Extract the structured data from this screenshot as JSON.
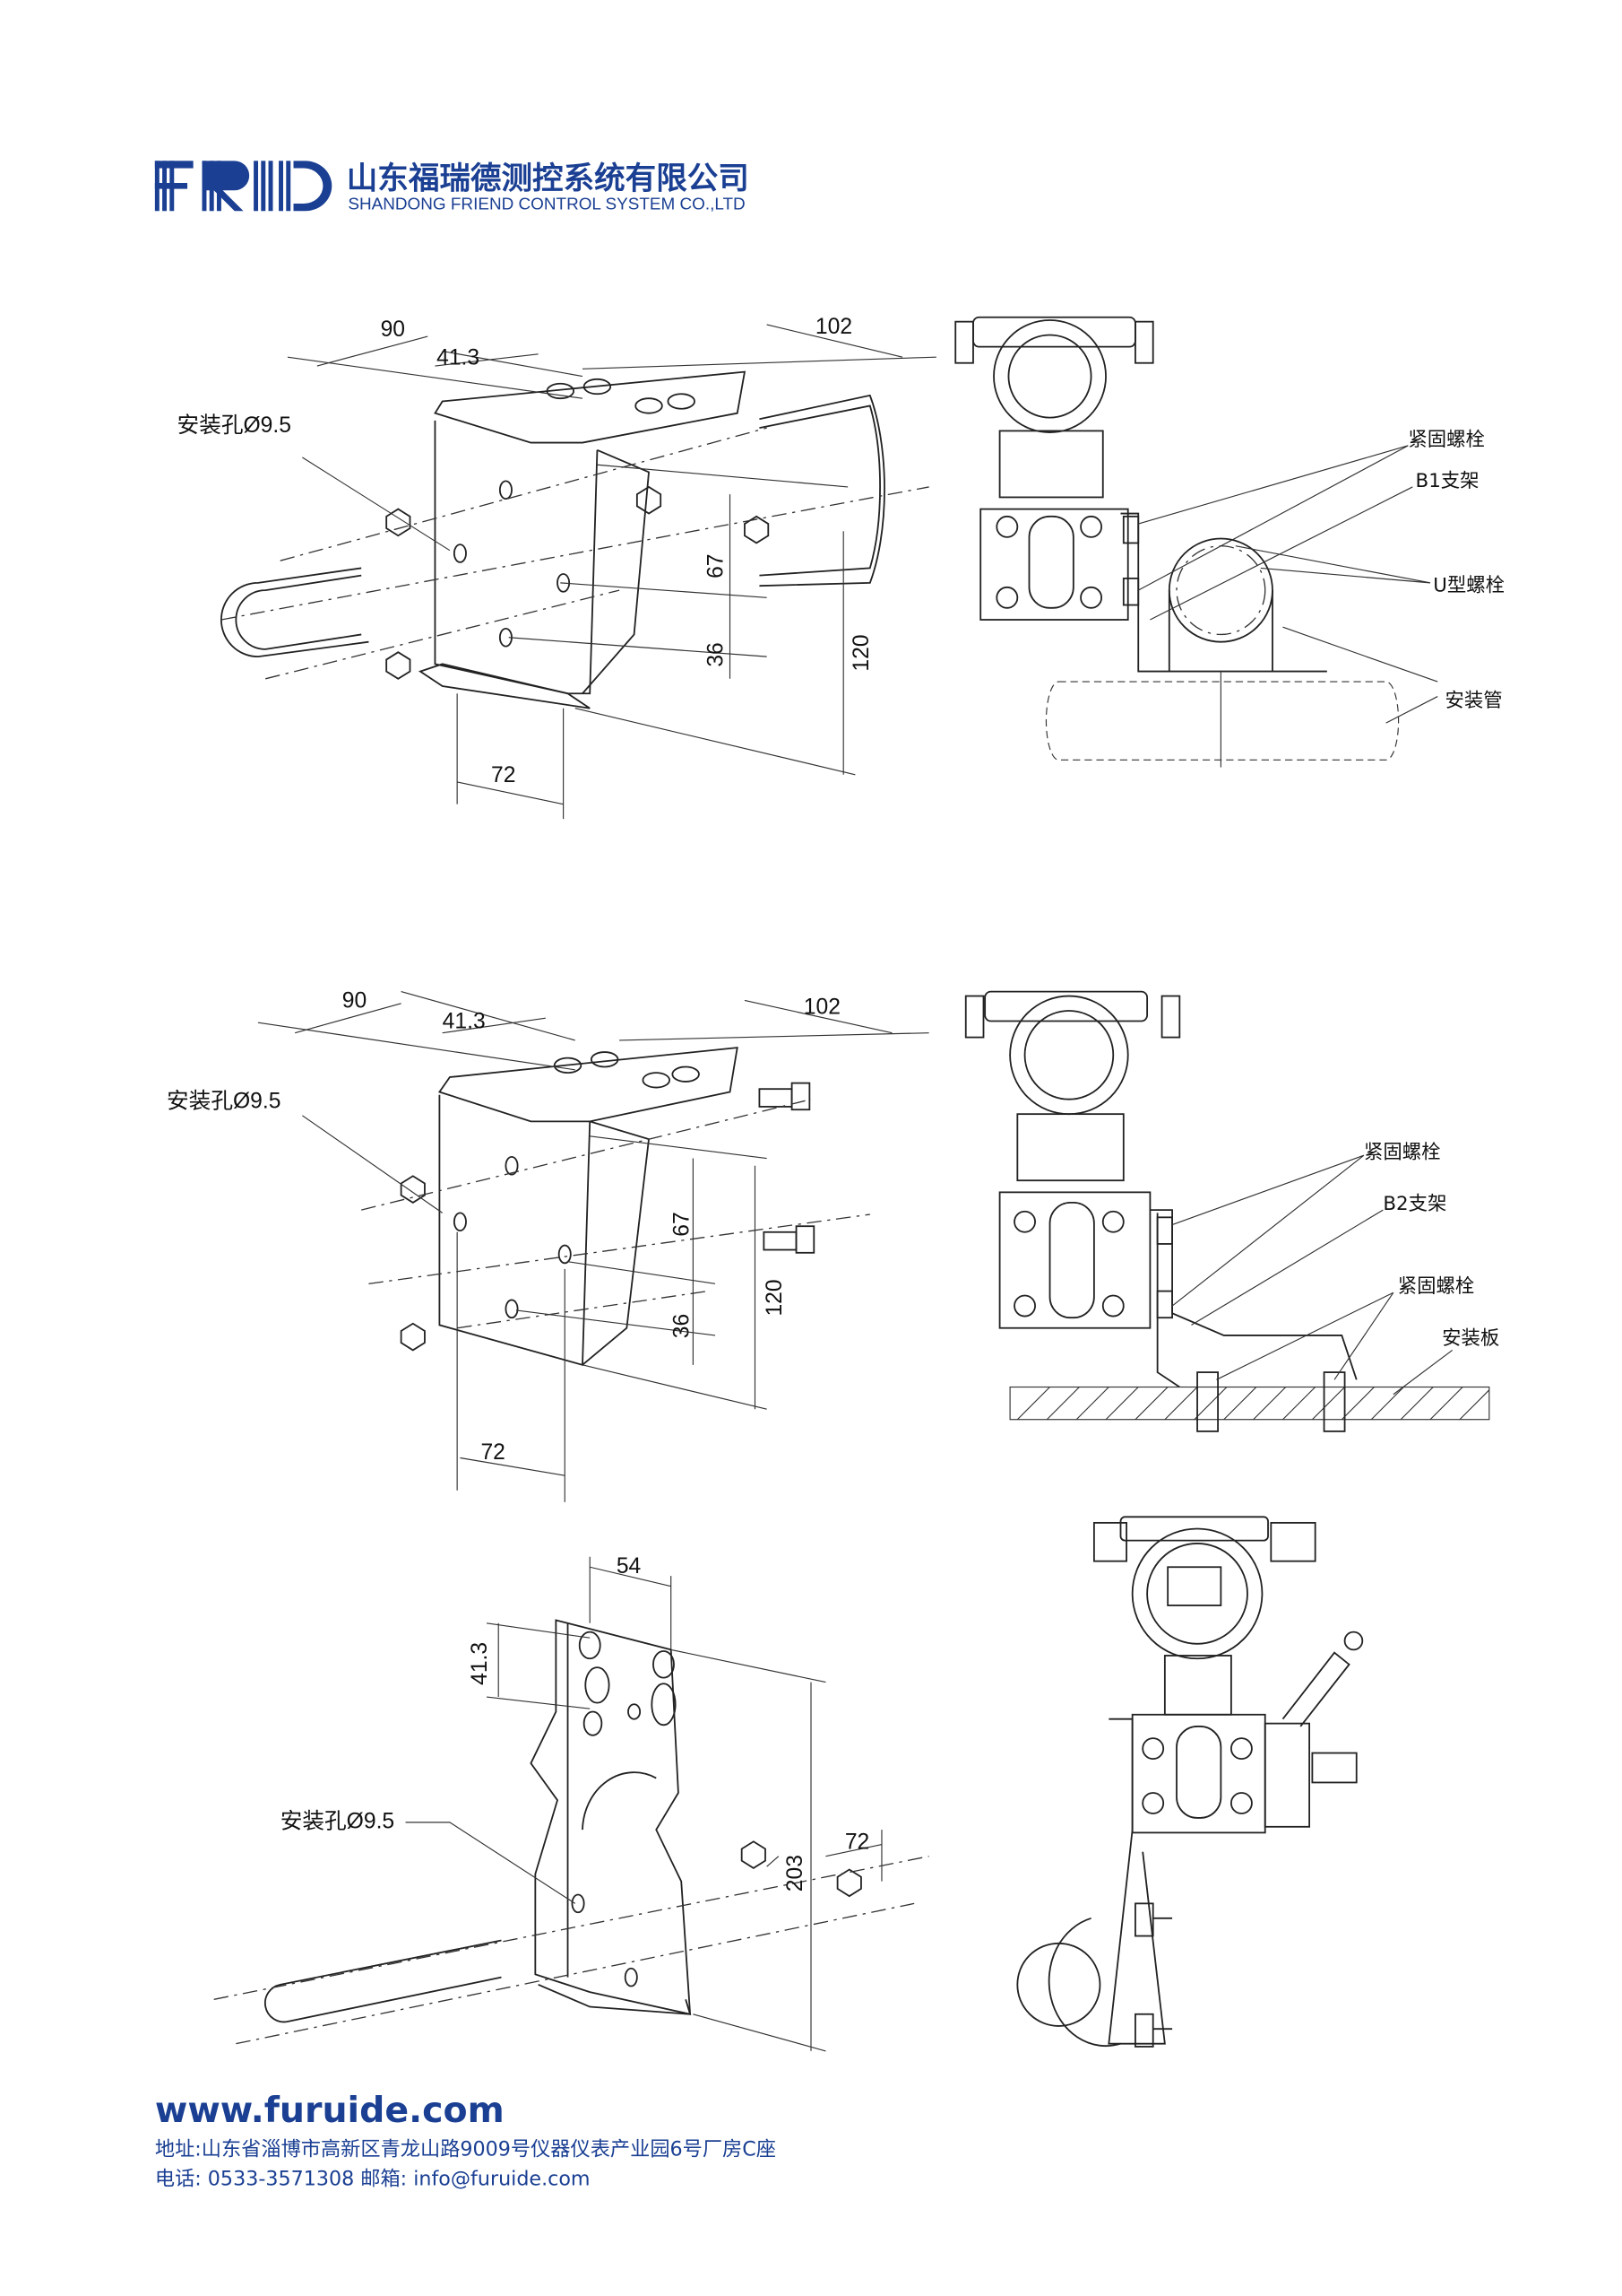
{
  "header": {
    "logo_text": "FRID",
    "company_cn": "山东福瑞德测控系统有限公司",
    "company_en": "SHANDONG FRIEND CONTROL SYSTEM CO.,LTD"
  },
  "figure1": {
    "dims": {
      "d90": "90",
      "d41_3": "41.3",
      "d102": "102",
      "d67": "67",
      "d36": "36",
      "d120": "120",
      "d72": "72"
    },
    "hole_label": "安装孔Ø9.5",
    "callouts": {
      "bolt": "紧固螺栓",
      "bracket": "B1支架",
      "u_bolt": "U型螺栓",
      "pipe": "安装管"
    }
  },
  "figure2": {
    "dims": {
      "d90": "90",
      "d41_3": "41.3",
      "d102": "102",
      "d67": "67",
      "d36": "36",
      "d120": "120",
      "d72": "72"
    },
    "hole_label": "安装孔Ø9.5",
    "callouts": {
      "bolt1": "紧固螺栓",
      "bracket": "B2支架",
      "bolt2": "紧固螺栓",
      "plate": "安装板"
    }
  },
  "figure3": {
    "dims": {
      "d54": "54",
      "d41_3": "41.3",
      "d203": "203",
      "d72": "72"
    },
    "hole_label": "安装孔Ø9.5"
  },
  "footer": {
    "website": "www.furuide.com",
    "address": "地址:山东省淄博市高新区青龙山路9009号仪器仪表产业园6号厂房C座",
    "contact": "电话: 0533-3571308 邮箱: info@furuide.com"
  },
  "colors": {
    "brand": "#1a3f93"
  }
}
